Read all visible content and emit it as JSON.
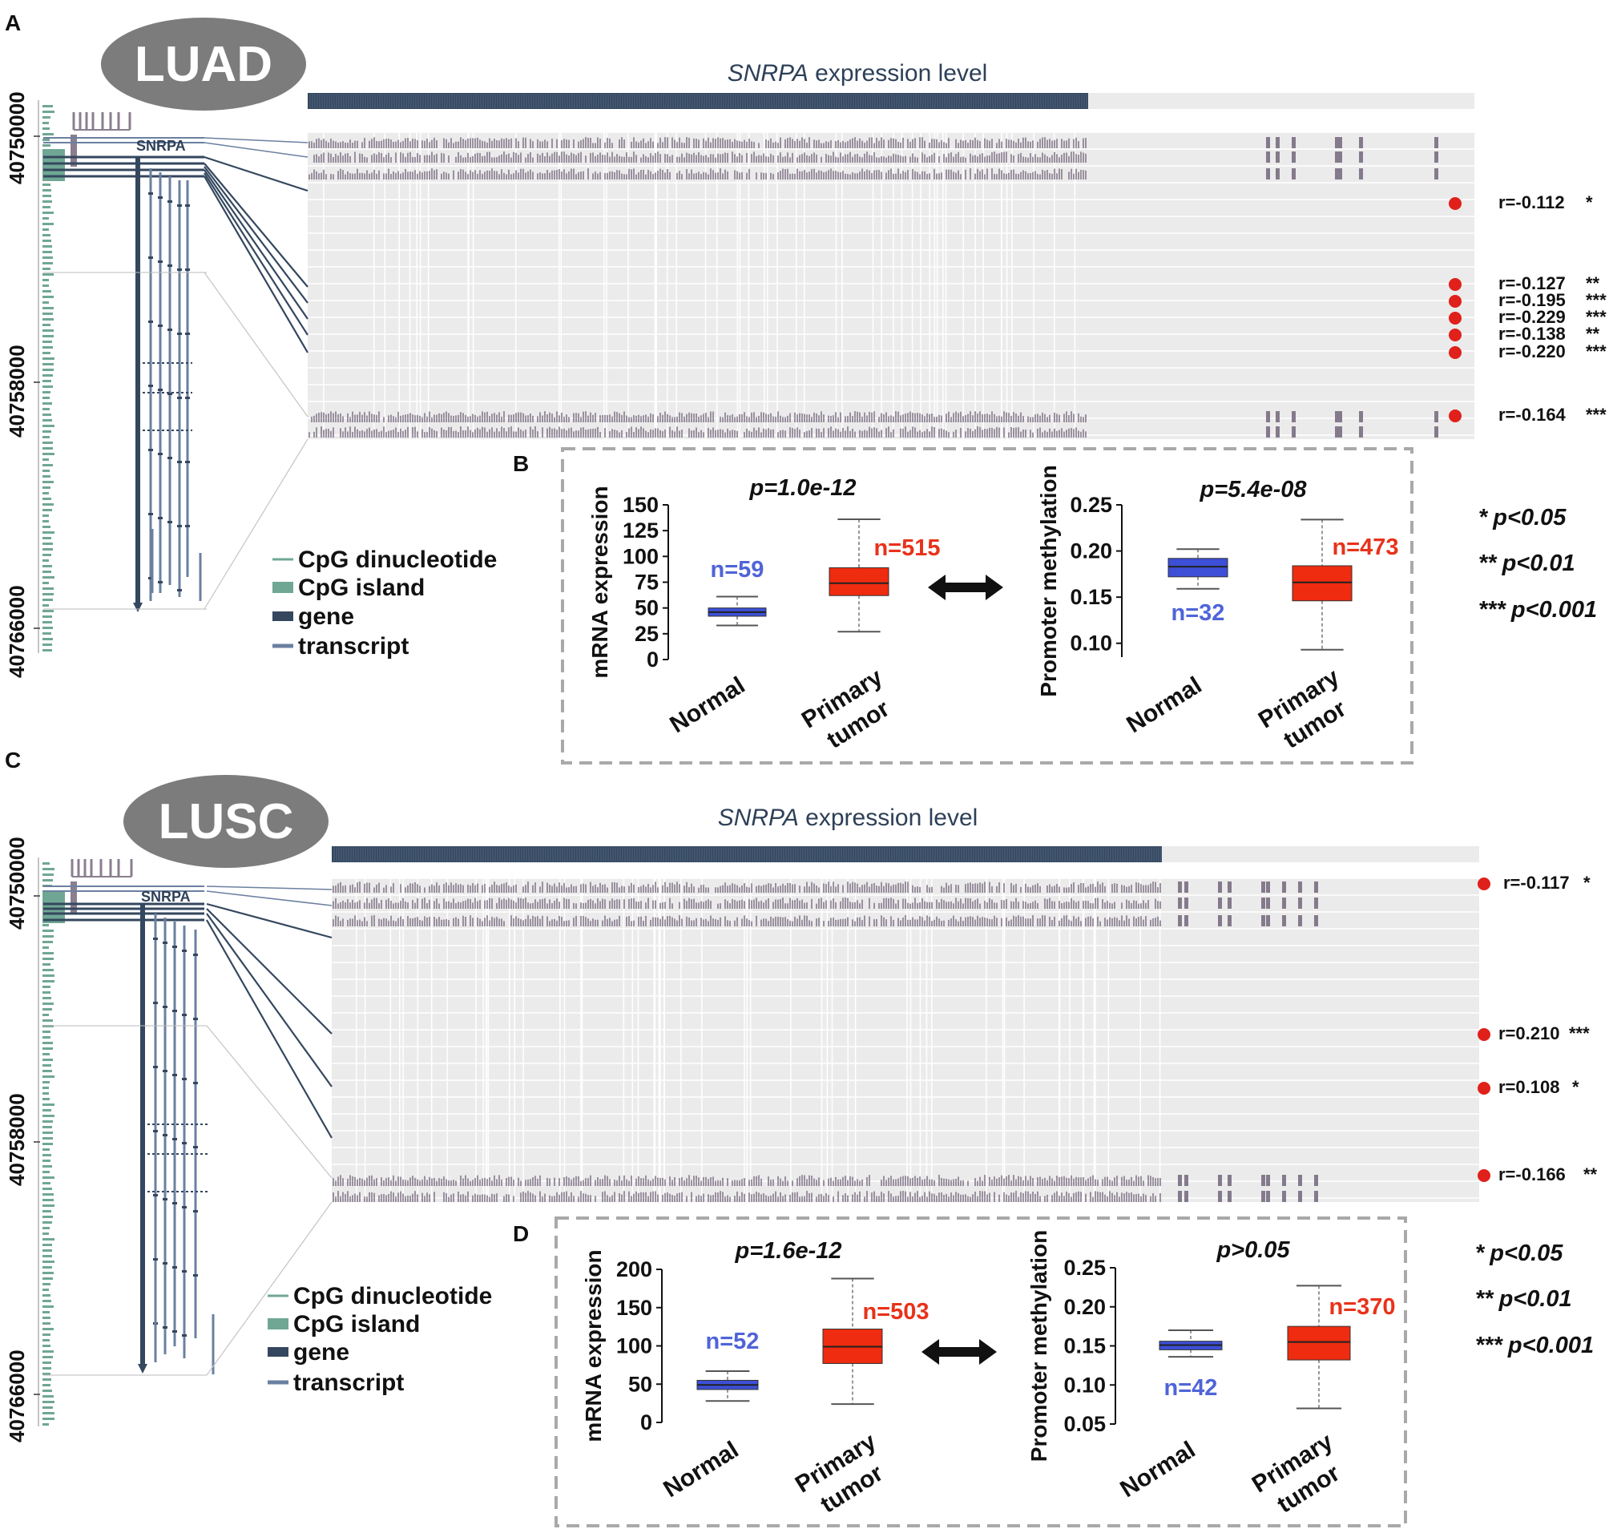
{
  "colors": {
    "gene": "#34475e",
    "transcript": "#6b80a0",
    "cpg": "#6fa794",
    "signal": "#857a8c",
    "track_bg": "#ebebeb",
    "normal_box": "#3c4fd6",
    "tumor_box": "#ef2b10",
    "normal_text": "#4f64d8",
    "tumor_text": "#e8321a",
    "r_dot": "#e0201a",
    "badge_bg": "#7c7c7c",
    "dash_border": "#a9a9a9"
  },
  "panels": [
    {
      "letter": "A",
      "badge": "LUAD",
      "title_gene": "SNRPA",
      "title_rest": " expression level",
      "coords": [
        "40750000",
        "40758000",
        "40766000"
      ],
      "gene_label": "SNRPA",
      "legend": [
        "CpG dinucleotide",
        "CpG island",
        "gene",
        "transcript"
      ],
      "correlations": [
        {
          "r": "r=-0.112",
          "stars": "*"
        },
        {
          "r": "r=-0.127",
          "stars": "**"
        },
        {
          "r": "r=-0.195",
          "stars": "***"
        },
        {
          "r": "r=-0.229",
          "stars": "***"
        },
        {
          "r": "r=-0.138",
          "stars": "**"
        },
        {
          "r": "r=-0.220",
          "stars": "***"
        },
        {
          "r": "r=-0.164",
          "stars": "***"
        }
      ],
      "significance": [
        {
          "stars": "*",
          "text": "p<0.05"
        },
        {
          "stars": "**",
          "text": "p<0.01"
        },
        {
          "stars": "***",
          "text": "p<0.001"
        }
      ]
    },
    {
      "letter": "C",
      "badge": "LUSC",
      "title_gene": "SNRPA",
      "title_rest": " expression level",
      "coords": [
        "40750000",
        "40758000",
        "40766000"
      ],
      "gene_label": "SNRPA",
      "legend": [
        "CpG dinucleotide",
        "CpG island",
        "gene",
        "transcript"
      ],
      "correlations": [
        {
          "r": "r=-0.117",
          "stars": "*"
        },
        {
          "r": "r=0.210",
          "stars": "***"
        },
        {
          "r": "r=0.108",
          "stars": "*"
        },
        {
          "r": "r=-0.166",
          "stars": "**"
        }
      ],
      "significance": [
        {
          "stars": "*",
          "text": "p<0.05"
        },
        {
          "stars": "**",
          "text": "p<0.01"
        },
        {
          "stars": "***",
          "text": "p<0.001"
        }
      ]
    }
  ],
  "chart_data": [
    {
      "type": "box",
      "panel": "B",
      "title": "p=1.0e-12",
      "ylabel": "mRNA expression",
      "yticks": [
        "150",
        "125",
        "100",
        "75",
        "50",
        "25",
        "0"
      ],
      "ylim": [
        0,
        150
      ],
      "categories": [
        "Normal",
        "Primary tumor"
      ],
      "counts": [
        "n=59",
        "n=515"
      ],
      "boxes": [
        {
          "min": 33,
          "q1": 42,
          "median": 46,
          "q3": 50,
          "max": 61
        },
        {
          "min": 27,
          "q1": 62,
          "median": 74,
          "q3": 89,
          "max": 136
        }
      ]
    },
    {
      "type": "box",
      "panel": "B",
      "title": "p=5.4e-08",
      "ylabel": "Promoter methylation",
      "yticks": [
        "0.25",
        "0.20",
        "0.15",
        "0.10"
      ],
      "ylim": [
        0.085,
        0.25
      ],
      "categories": [
        "Normal",
        "Primary tumor"
      ],
      "counts": [
        "n=32",
        "n=473"
      ],
      "boxes": [
        {
          "min": 0.159,
          "q1": 0.172,
          "median": 0.183,
          "q3": 0.192,
          "max": 0.202
        },
        {
          "min": 0.093,
          "q1": 0.146,
          "median": 0.166,
          "q3": 0.184,
          "max": 0.234
        }
      ]
    },
    {
      "type": "box",
      "panel": "D",
      "title": "p=1.6e-12",
      "ylabel": "mRNA expression",
      "yticks": [
        "200",
        "150",
        "100",
        "50",
        "0"
      ],
      "ylim": [
        0,
        200
      ],
      "categories": [
        "Normal",
        "Primary tumor"
      ],
      "counts": [
        "n=52",
        "n=503"
      ],
      "boxes": [
        {
          "min": 28,
          "q1": 43,
          "median": 49,
          "q3": 55,
          "max": 67
        },
        {
          "min": 24,
          "q1": 77,
          "median": 99,
          "q3": 122,
          "max": 188
        }
      ]
    },
    {
      "type": "box",
      "panel": "D",
      "title": "p>0.05",
      "ylabel": "Promoter methylation",
      "yticks": [
        "0.25",
        "0.20",
        "0.15",
        "0.10",
        "0.05"
      ],
      "ylim": [
        0.05,
        0.25
      ],
      "categories": [
        "Normal",
        "Primary tumor"
      ],
      "counts": [
        "n=42",
        "n=370"
      ],
      "boxes": [
        {
          "min": 0.136,
          "q1": 0.145,
          "median": 0.151,
          "q3": 0.156,
          "max": 0.17
        },
        {
          "min": 0.07,
          "q1": 0.132,
          "median": 0.155,
          "q3": 0.175,
          "max": 0.227
        }
      ]
    }
  ]
}
